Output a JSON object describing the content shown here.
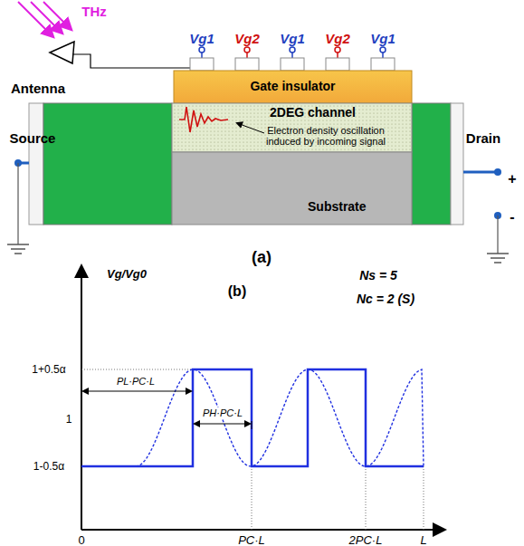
{
  "diagram": {
    "nodes": [
      {
        "text": [
          "Gate insulator"
        ]
      },
      {
        "text": [
          "2DEG channel",
          "Electron density oscillation induced by incoming signal"
        ]
      },
      {
        "text": [
          "Substrate"
        ]
      }
    ],
    "labels": [
      "THz",
      "Vg1",
      "Vg2",
      "Vg1",
      "Vg2",
      "Vg1",
      "Antenna",
      "Source",
      "Drain",
      "+",
      "-",
      "(a)",
      "Vg/Vg0",
      "(b)",
      "Ns = 5",
      "Nc = 2 (S)",
      "1+0.5α",
      "1",
      "1-0.5α",
      "PL·PC·L",
      "PH·PC·L",
      "0",
      "PC·L",
      "2PC·L",
      "L"
    ]
  }
}
